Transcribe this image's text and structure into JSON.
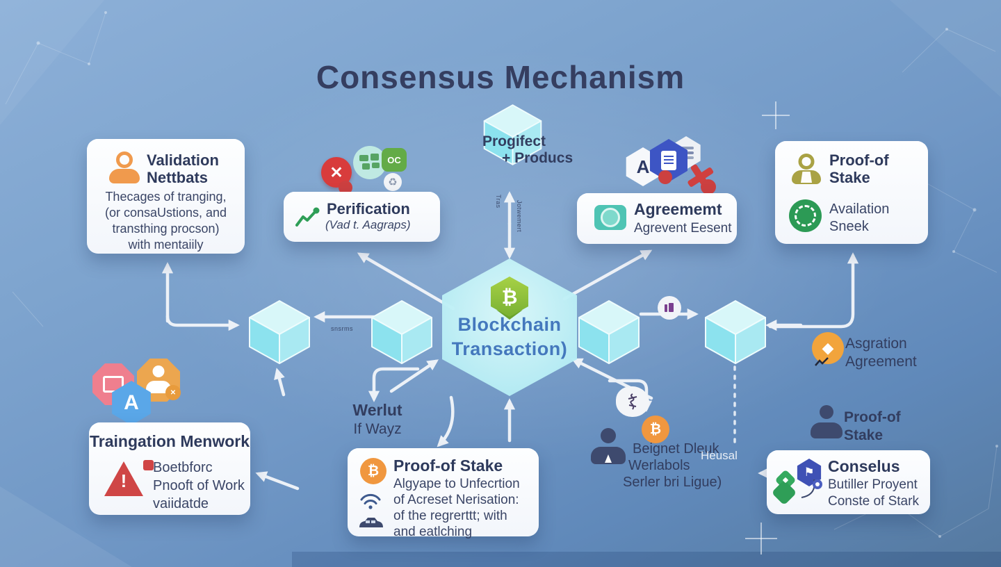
{
  "title": "Consensus Mechanism",
  "colors": {
    "background_blue": "#7aa1cc",
    "card_white": "#fbfcfe",
    "title_navy": "#353e60",
    "hex_text_blue": "#4478bd",
    "cyan_cube": "#a9e9f2",
    "bitcoin_green": "#7cb335",
    "accent_orange": "#f0973f",
    "accent_red": "#d0403f",
    "accent_teal": "#4fc4b4",
    "accent_olive": "#a9a244",
    "icon_navy": "#3e4a6e",
    "arrow_white": "#f3f6fa"
  },
  "top_cube": {
    "line1": "Progifect",
    "line2": "+ Producs"
  },
  "center": {
    "hex_line1": "Blockchain",
    "hex_line2": "Transaction)"
  },
  "cards": {
    "validation": {
      "title_line1": "Validation",
      "title_line2": "Nettbats",
      "body_lines": [
        "Thecages of tranging,",
        "(or consaUstions, and",
        "transthing procson)",
        "with mentaiily"
      ]
    },
    "perification": {
      "title": "Perification",
      "subtitle": "(Vad t. Aagraps)"
    },
    "agreement": {
      "title": "Agreememt",
      "subtitle": "Agrevent Eesent"
    },
    "proof_stake_top_right": {
      "row1_line1": "Proof-of",
      "row1_line2": "Stake",
      "row2_line1": "Availation",
      "row2_line2": "Sneek"
    },
    "traingation": {
      "title": "Traingation Menwork",
      "body_lines": [
        "Boetbforc",
        "Pnooft of Work",
        "vaiidatde"
      ]
    },
    "proof_stake_bottom": {
      "title": "Proof-of Stake",
      "body_lines": [
        "Algyape to Unfecrtion",
        "of Acreset Nerisation:",
        "of the regrerttt; with",
        "and eatlching"
      ]
    },
    "conselus": {
      "title": "Conselus",
      "body_lines": [
        "Butiller Proyent",
        "Conste of Stark"
      ]
    }
  },
  "floating_labels": {
    "asgration": {
      "line1": "Asgration",
      "line2": "Agreement"
    },
    "proof_stake_right": {
      "line1": "Proof-of",
      "line2": "Stake"
    },
    "werlut": {
      "line1": "Werlut",
      "line2": "If Wayz"
    },
    "beignet": {
      "line1": "Beignet Dleuk",
      "line2": "Werlabols",
      "line3": "Serler bri Ligue)",
      "note": "Heusal"
    }
  },
  "micro_labels": {
    "vertical_left": "Tras",
    "vertical_right": "Jotwemert",
    "left_cubes": "snsrms"
  },
  "icons": {
    "bitcoin_glyph": "₿",
    "cross_glyph": "✕",
    "warning_glyph": "!",
    "flag_glyph": "⚑",
    "letter_a_glyph": "A",
    "qc_glyph": "OC",
    "recycle_glyph": "♻",
    "diamond_glyph": "◆"
  }
}
